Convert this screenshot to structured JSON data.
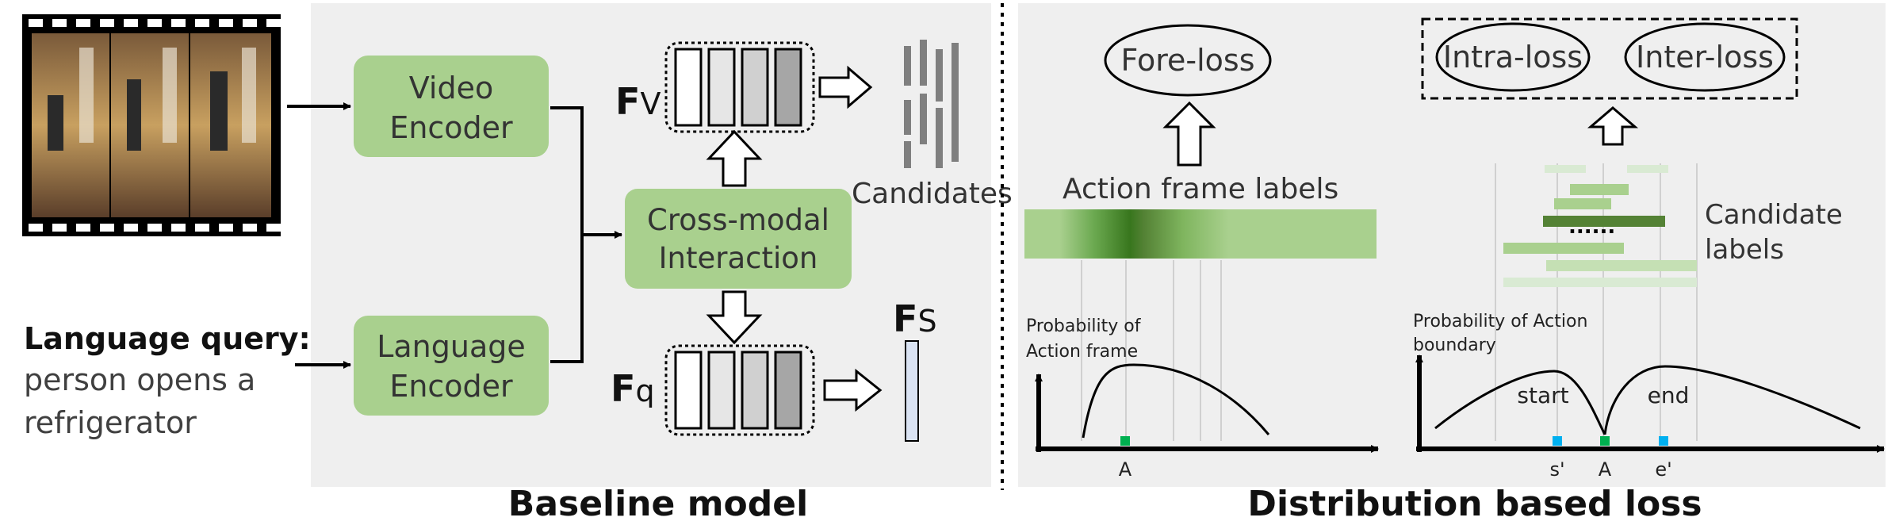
{
  "baseline": {
    "video_encoder": [
      "Video",
      "Encoder"
    ],
    "language_encoder": [
      "Language",
      "Encoder"
    ],
    "cross_modal": [
      "Cross-modal",
      "Interaction"
    ],
    "fv_main": "F",
    "fv_sub": "V",
    "fq_main": "F",
    "fq_sub": "q",
    "fs_main": "F",
    "fs_sub": "S",
    "candidates": "Candidates",
    "query_label": "Language query:",
    "query_lines": [
      "person opens a",
      "refrigerator"
    ],
    "caption": "Baseline model"
  },
  "loss": {
    "fore_loss": "Fore-loss",
    "intra_loss": "Intra-loss",
    "inter_loss": "Inter-loss",
    "action_frame_labels": "Action frame labels",
    "candidate_labels": [
      "Candidate",
      "labels"
    ],
    "prob_action_frame": [
      "Probability of",
      "Action frame"
    ],
    "prob_action_boundary": [
      "Probability of Action",
      "boundary"
    ],
    "start": "start",
    "end": "end",
    "tick_a_left": "A",
    "tick_s": "s'",
    "tick_a_right": "A",
    "tick_e": "e'",
    "ellipsis": "......",
    "caption": "Distribution based loss"
  },
  "colors": {
    "panel_bg": "#efefef",
    "green_box": "#a9d08e",
    "green_dark": "#548235",
    "feature_bar_light": "#ffffff",
    "feature_bar_dark": "#a6a6a6",
    "fs_bar": "#dae3f3",
    "marker_green": "#00b050",
    "marker_blue": "#00b0f0"
  },
  "icons": [
    "video-filmstrip-icon"
  ]
}
